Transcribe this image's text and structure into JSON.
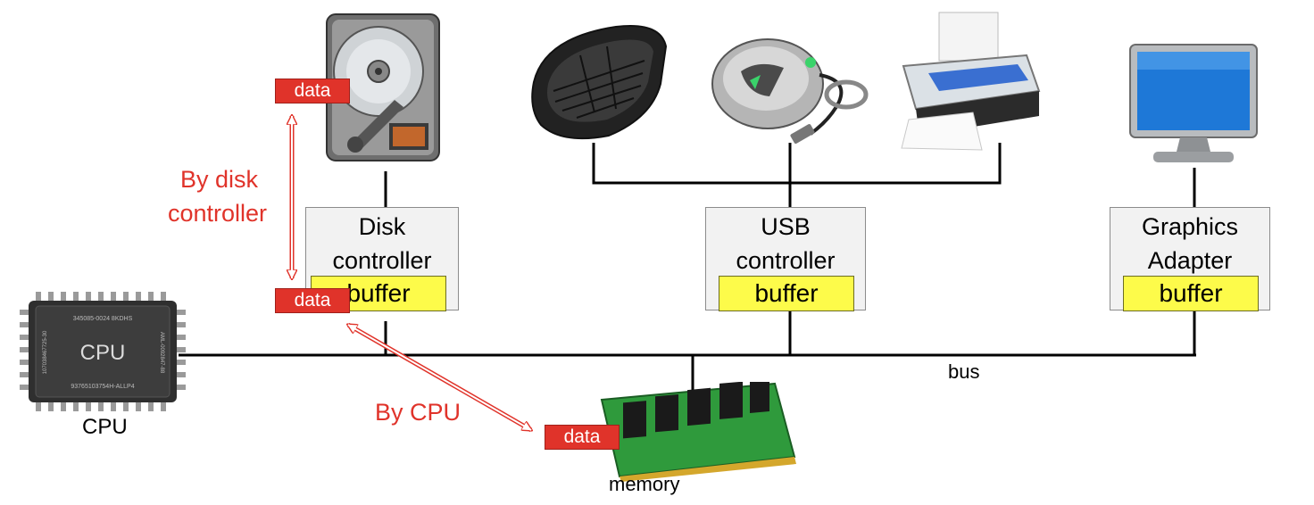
{
  "controllers": {
    "disk": {
      "title_line1": "Disk",
      "title_line2": "controller",
      "buffer": "buffer"
    },
    "usb": {
      "title_line1": "USB",
      "title_line2": "controller",
      "buffer": "buffer"
    },
    "graphics": {
      "title_line1": "Graphics",
      "title_line2": "Adapter",
      "buffer": "buffer"
    }
  },
  "data_tags": {
    "disk": "data",
    "buffer": "data",
    "memory": "data"
  },
  "annotations": {
    "by_disk_line1": "By disk",
    "by_disk_line2": "controller",
    "by_cpu": "By CPU"
  },
  "labels": {
    "bus": "bus",
    "cpu": "CPU",
    "memory": "memory"
  },
  "chip": {
    "center_text": "CPU",
    "top_text": "345085-0024 8KDHS",
    "bottom_text": "93765103754H-ALLP4",
    "left_text": "107038467725-30",
    "right_text": "AML-0092847-88"
  },
  "colors": {
    "accent_red": "#e0332a",
    "buffer_yellow": "#fdfb4a",
    "box_gray": "#f2f2f2"
  }
}
